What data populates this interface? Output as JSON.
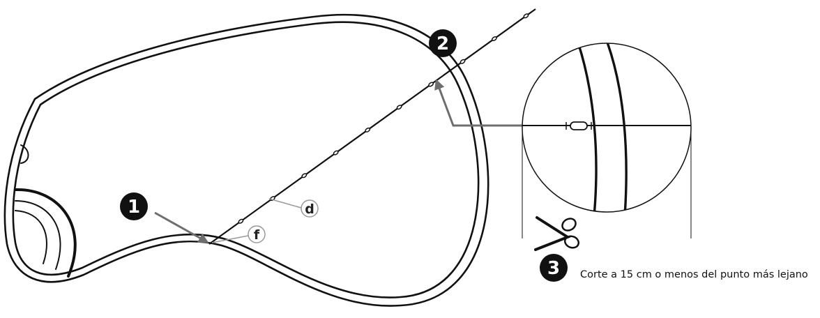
{
  "steps": [
    "1",
    "2",
    "3"
  ],
  "labels": {
    "d": "d",
    "f": "f"
  },
  "caption": "Corte a 15 cm o menos del punto más lejano",
  "icons": {
    "scissors": "scissors-icon"
  },
  "colors": {
    "line": "#111111",
    "pointer": "#6e6e6e",
    "badge": "#111111",
    "background": "#ffffff"
  }
}
